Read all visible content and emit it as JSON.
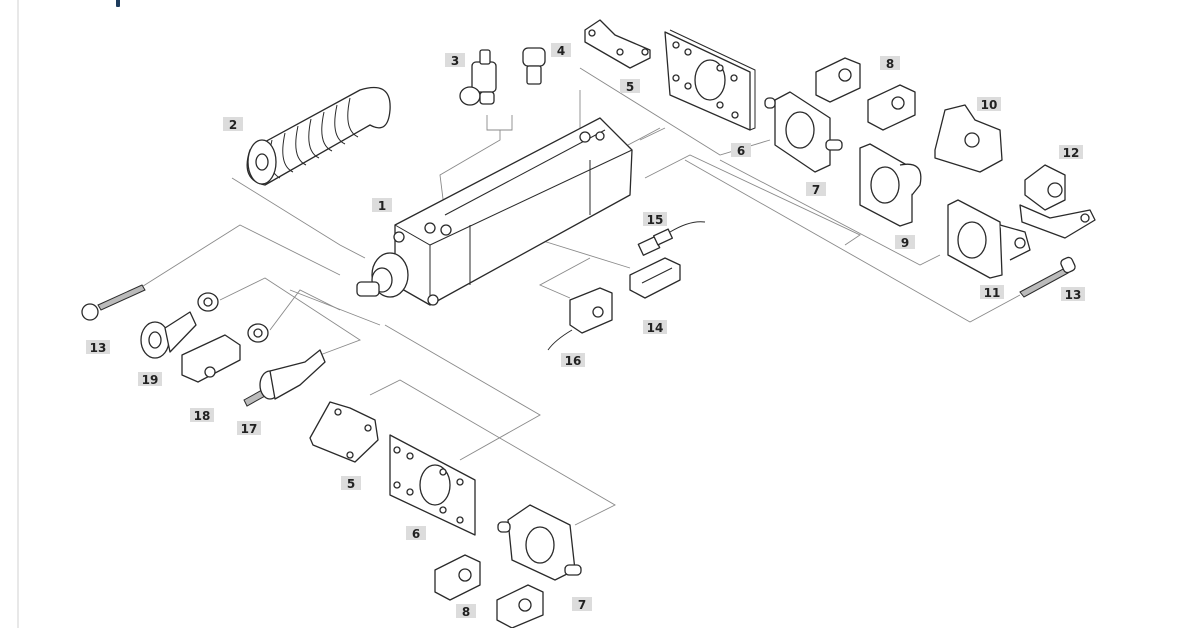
{
  "diagram": {
    "type": "exploded-parts-view",
    "subject": "pneumatic cylinder with mounting accessories",
    "parts": [
      {
        "id": "1",
        "label": "1"
      },
      {
        "id": "2",
        "label": "2"
      },
      {
        "id": "3",
        "label": "3"
      },
      {
        "id": "4",
        "label": "4"
      },
      {
        "id": "5a",
        "label": "5"
      },
      {
        "id": "5b",
        "label": "5"
      },
      {
        "id": "6a",
        "label": "6"
      },
      {
        "id": "6b",
        "label": "6"
      },
      {
        "id": "7a",
        "label": "7"
      },
      {
        "id": "7b",
        "label": "7"
      },
      {
        "id": "8a",
        "label": "8"
      },
      {
        "id": "8b",
        "label": "8"
      },
      {
        "id": "9",
        "label": "9"
      },
      {
        "id": "10",
        "label": "10"
      },
      {
        "id": "11",
        "label": "11"
      },
      {
        "id": "12",
        "label": "12"
      },
      {
        "id": "13a",
        "label": "13"
      },
      {
        "id": "13b",
        "label": "13"
      },
      {
        "id": "14",
        "label": "14"
      },
      {
        "id": "15",
        "label": "15"
      },
      {
        "id": "16",
        "label": "16"
      },
      {
        "id": "17",
        "label": "17"
      },
      {
        "id": "18",
        "label": "18"
      },
      {
        "id": "19",
        "label": "19"
      }
    ]
  },
  "colors": {
    "label_background": "#dcdcdc",
    "line_art": "#2a2a2a",
    "leader_lines": "#8a8a8a",
    "frame_border": "#e8e8e8"
  }
}
